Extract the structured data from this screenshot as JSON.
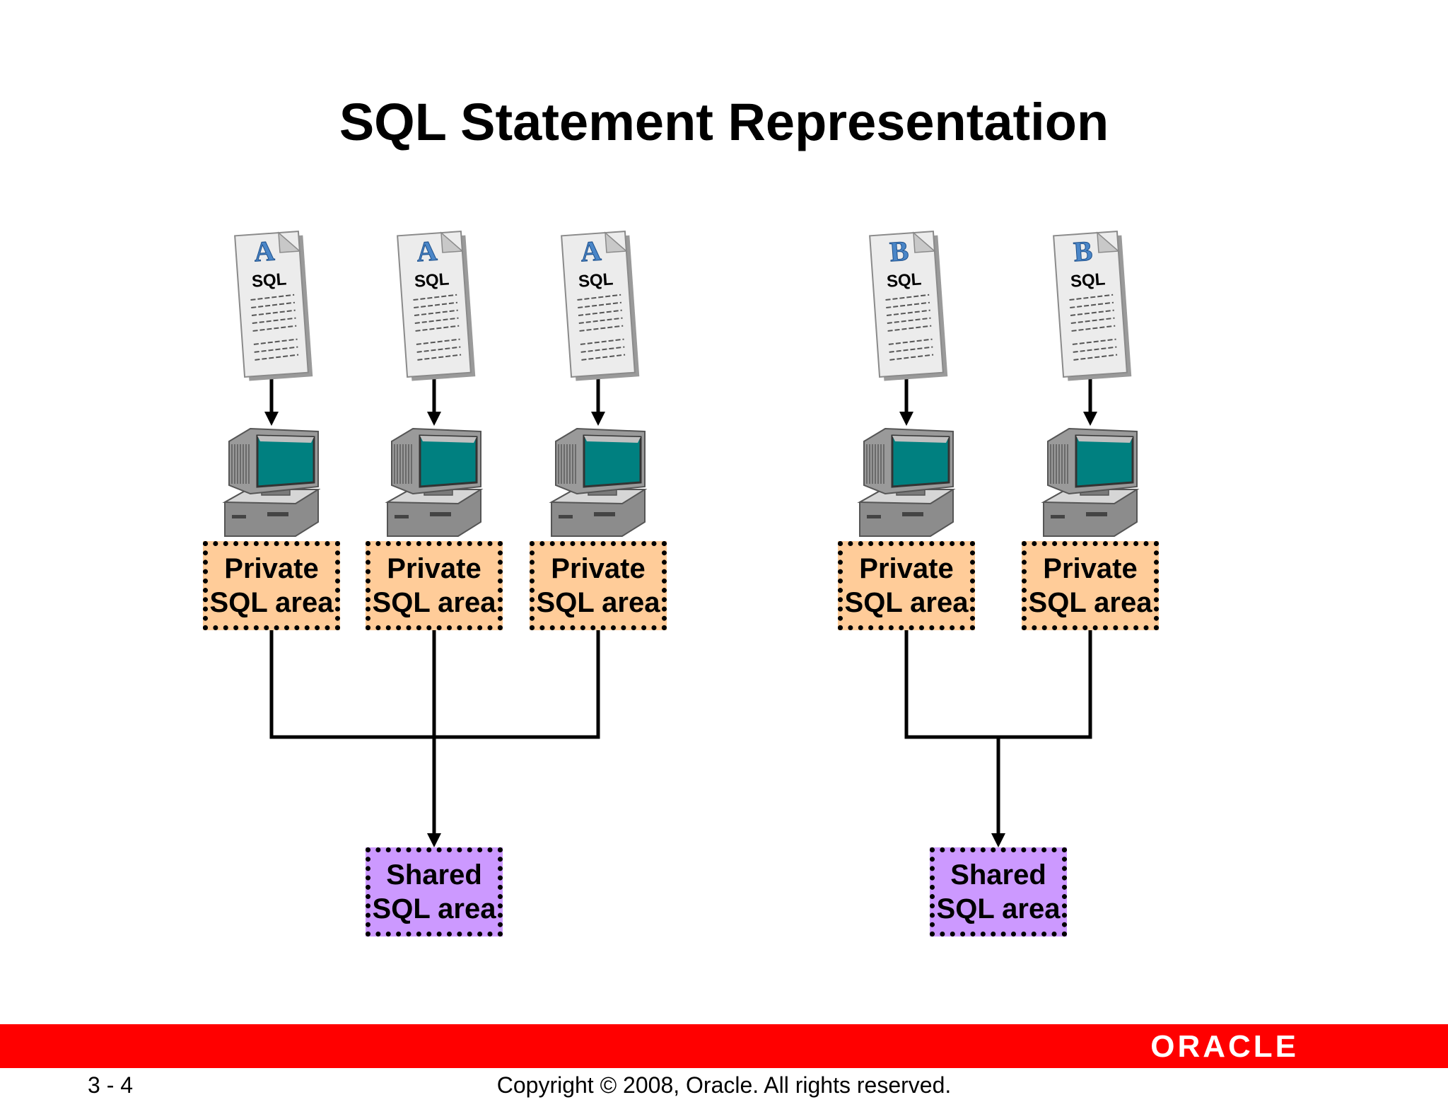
{
  "title": "SQL Statement Representation",
  "groups": [
    {
      "document_letter": "A",
      "clients": [
        {
          "doc_label": "SQL",
          "area_line1": "Private",
          "area_line2": "SQL area"
        },
        {
          "doc_label": "SQL",
          "area_line1": "Private",
          "area_line2": "SQL area"
        },
        {
          "doc_label": "SQL",
          "area_line1": "Private",
          "area_line2": "SQL area"
        }
      ],
      "shared": {
        "line1": "Shared",
        "line2": "SQL area"
      }
    },
    {
      "document_letter": "B",
      "clients": [
        {
          "doc_label": "SQL",
          "area_line1": "Private",
          "area_line2": "SQL area"
        },
        {
          "doc_label": "SQL",
          "area_line1": "Private",
          "area_line2": "SQL area"
        }
      ],
      "shared": {
        "line1": "Shared",
        "line2": "SQL area"
      }
    }
  ],
  "icons": {
    "document": "sql-document-icon",
    "computer": "computer-icon"
  },
  "colors": {
    "private_area": "#ffcc99",
    "shared_area": "#cc99ff",
    "footer_bar": "#ff0000",
    "letter": "#4a86c8",
    "monitor_screen": "#008080"
  },
  "footer": {
    "logo": "ORACLE",
    "page_number": "3 - 4",
    "copyright": "Copyright © 2008, Oracle. All rights reserved."
  }
}
